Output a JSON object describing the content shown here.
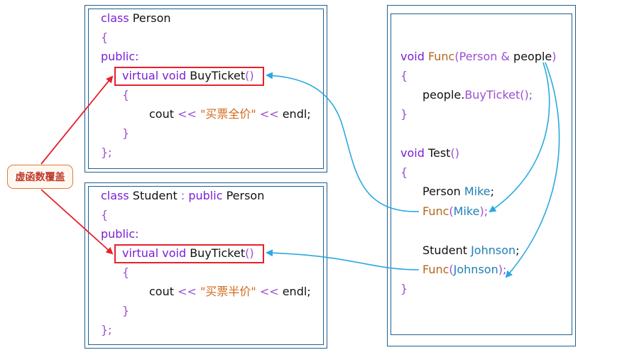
{
  "label": {
    "text": "虚函数覆盖"
  },
  "colors": {
    "keyword": "#7a1fd6",
    "brace": "#9a4fd0",
    "function": "#b5651d",
    "variable": "#1f7fb6",
    "string": "#d2691e",
    "panel_border": "#1f5f8f",
    "highlight_border": "#e8202a",
    "red_arrow": "#e8202a",
    "blue_arrow": "#2aa9e0"
  },
  "person_class": {
    "lines": [
      {
        "tokens": [
          {
            "t": "class",
            "c": "kw"
          },
          {
            "t": " Person",
            "c": "txt"
          }
        ]
      },
      {
        "tokens": [
          {
            "t": "{",
            "c": "br"
          }
        ]
      },
      {
        "tokens": [
          {
            "t": "public:",
            "c": "kw"
          }
        ]
      },
      {
        "tokens": [
          {
            "t": "virtual void",
            "c": "kw"
          },
          {
            "t": " BuyTicket",
            "c": "txt"
          },
          {
            "t": "()",
            "c": "br"
          }
        ]
      },
      {
        "tokens": [
          {
            "t": "{",
            "c": "br"
          }
        ]
      },
      {
        "tokens": [
          {
            "t": "cout ",
            "c": "txt"
          },
          {
            "t": "<<",
            "c": "br"
          },
          {
            "t": " \"买票全价\" ",
            "c": "str"
          },
          {
            "t": "<<",
            "c": "br"
          },
          {
            "t": " endl;",
            "c": "txt"
          }
        ]
      },
      {
        "tokens": [
          {
            "t": "}",
            "c": "br"
          }
        ]
      },
      {
        "tokens": [
          {
            "t": "};",
            "c": "br"
          }
        ]
      }
    ]
  },
  "student_class": {
    "lines": [
      {
        "tokens": [
          {
            "t": "class",
            "c": "kw"
          },
          {
            "t": " Student ",
            "c": "txt"
          },
          {
            "t": ":",
            "c": "br"
          },
          {
            "t": " public",
            "c": "kw"
          },
          {
            "t": " Person",
            "c": "txt"
          }
        ]
      },
      {
        "tokens": [
          {
            "t": "{",
            "c": "br"
          }
        ]
      },
      {
        "tokens": [
          {
            "t": "public:",
            "c": "kw"
          }
        ]
      },
      {
        "tokens": [
          {
            "t": "virtual void",
            "c": "kw"
          },
          {
            "t": " BuyTicket",
            "c": "txt"
          },
          {
            "t": "()",
            "c": "br"
          }
        ]
      },
      {
        "tokens": [
          {
            "t": "{",
            "c": "br"
          }
        ]
      },
      {
        "tokens": [
          {
            "t": "cout ",
            "c": "txt"
          },
          {
            "t": "<<",
            "c": "br"
          },
          {
            "t": " \"买票半价\" ",
            "c": "str"
          },
          {
            "t": "<<",
            "c": "br"
          },
          {
            "t": " endl;",
            "c": "txt"
          }
        ]
      },
      {
        "tokens": [
          {
            "t": "}",
            "c": "br"
          }
        ]
      },
      {
        "tokens": [
          {
            "t": "};",
            "c": "br"
          }
        ]
      }
    ]
  },
  "test_code": {
    "lines": [
      {
        "tokens": [
          {
            "t": "void",
            "c": "kw"
          },
          {
            "t": " Func",
            "c": "fn"
          },
          {
            "t": "(",
            "c": "br"
          },
          {
            "t": "Person",
            "c": "mem"
          },
          {
            "t": " & ",
            "c": "mem"
          },
          {
            "t": "people",
            "c": "txt"
          },
          {
            "t": ")",
            "c": "br"
          }
        ]
      },
      {
        "tokens": [
          {
            "t": "{",
            "c": "br"
          }
        ]
      },
      {
        "tokens": [
          {
            "t": "people.",
            "c": "txt"
          },
          {
            "t": "BuyTicket",
            "c": "mem"
          },
          {
            "t": "();",
            "c": "mem"
          }
        ]
      },
      {
        "tokens": [
          {
            "t": "}",
            "c": "br"
          }
        ]
      },
      {
        "tokens": []
      },
      {
        "tokens": [
          {
            "t": "void",
            "c": "kw"
          },
          {
            "t": " Test",
            "c": "txt"
          },
          {
            "t": "()",
            "c": "br"
          }
        ]
      },
      {
        "tokens": [
          {
            "t": "{",
            "c": "br"
          }
        ]
      },
      {
        "tokens": [
          {
            "t": "Person",
            "c": "txt"
          },
          {
            "t": " Mike",
            "c": "var"
          },
          {
            "t": ";",
            "c": "txt"
          }
        ]
      },
      {
        "tokens": [
          {
            "t": "Func",
            "c": "fn"
          },
          {
            "t": "(",
            "c": "br"
          },
          {
            "t": "Mike",
            "c": "var"
          },
          {
            "t": ");",
            "c": "br"
          }
        ]
      },
      {
        "tokens": []
      },
      {
        "tokens": [
          {
            "t": "Student",
            "c": "txt"
          },
          {
            "t": " Johnson",
            "c": "var"
          },
          {
            "t": ";",
            "c": "txt"
          }
        ]
      },
      {
        "tokens": [
          {
            "t": "Func",
            "c": "fn"
          },
          {
            "t": "(",
            "c": "br"
          },
          {
            "t": "Johnson",
            "c": "var"
          },
          {
            "t": ");",
            "c": "br"
          }
        ]
      },
      {
        "tokens": [
          {
            "t": "}",
            "c": "br"
          }
        ]
      }
    ]
  }
}
